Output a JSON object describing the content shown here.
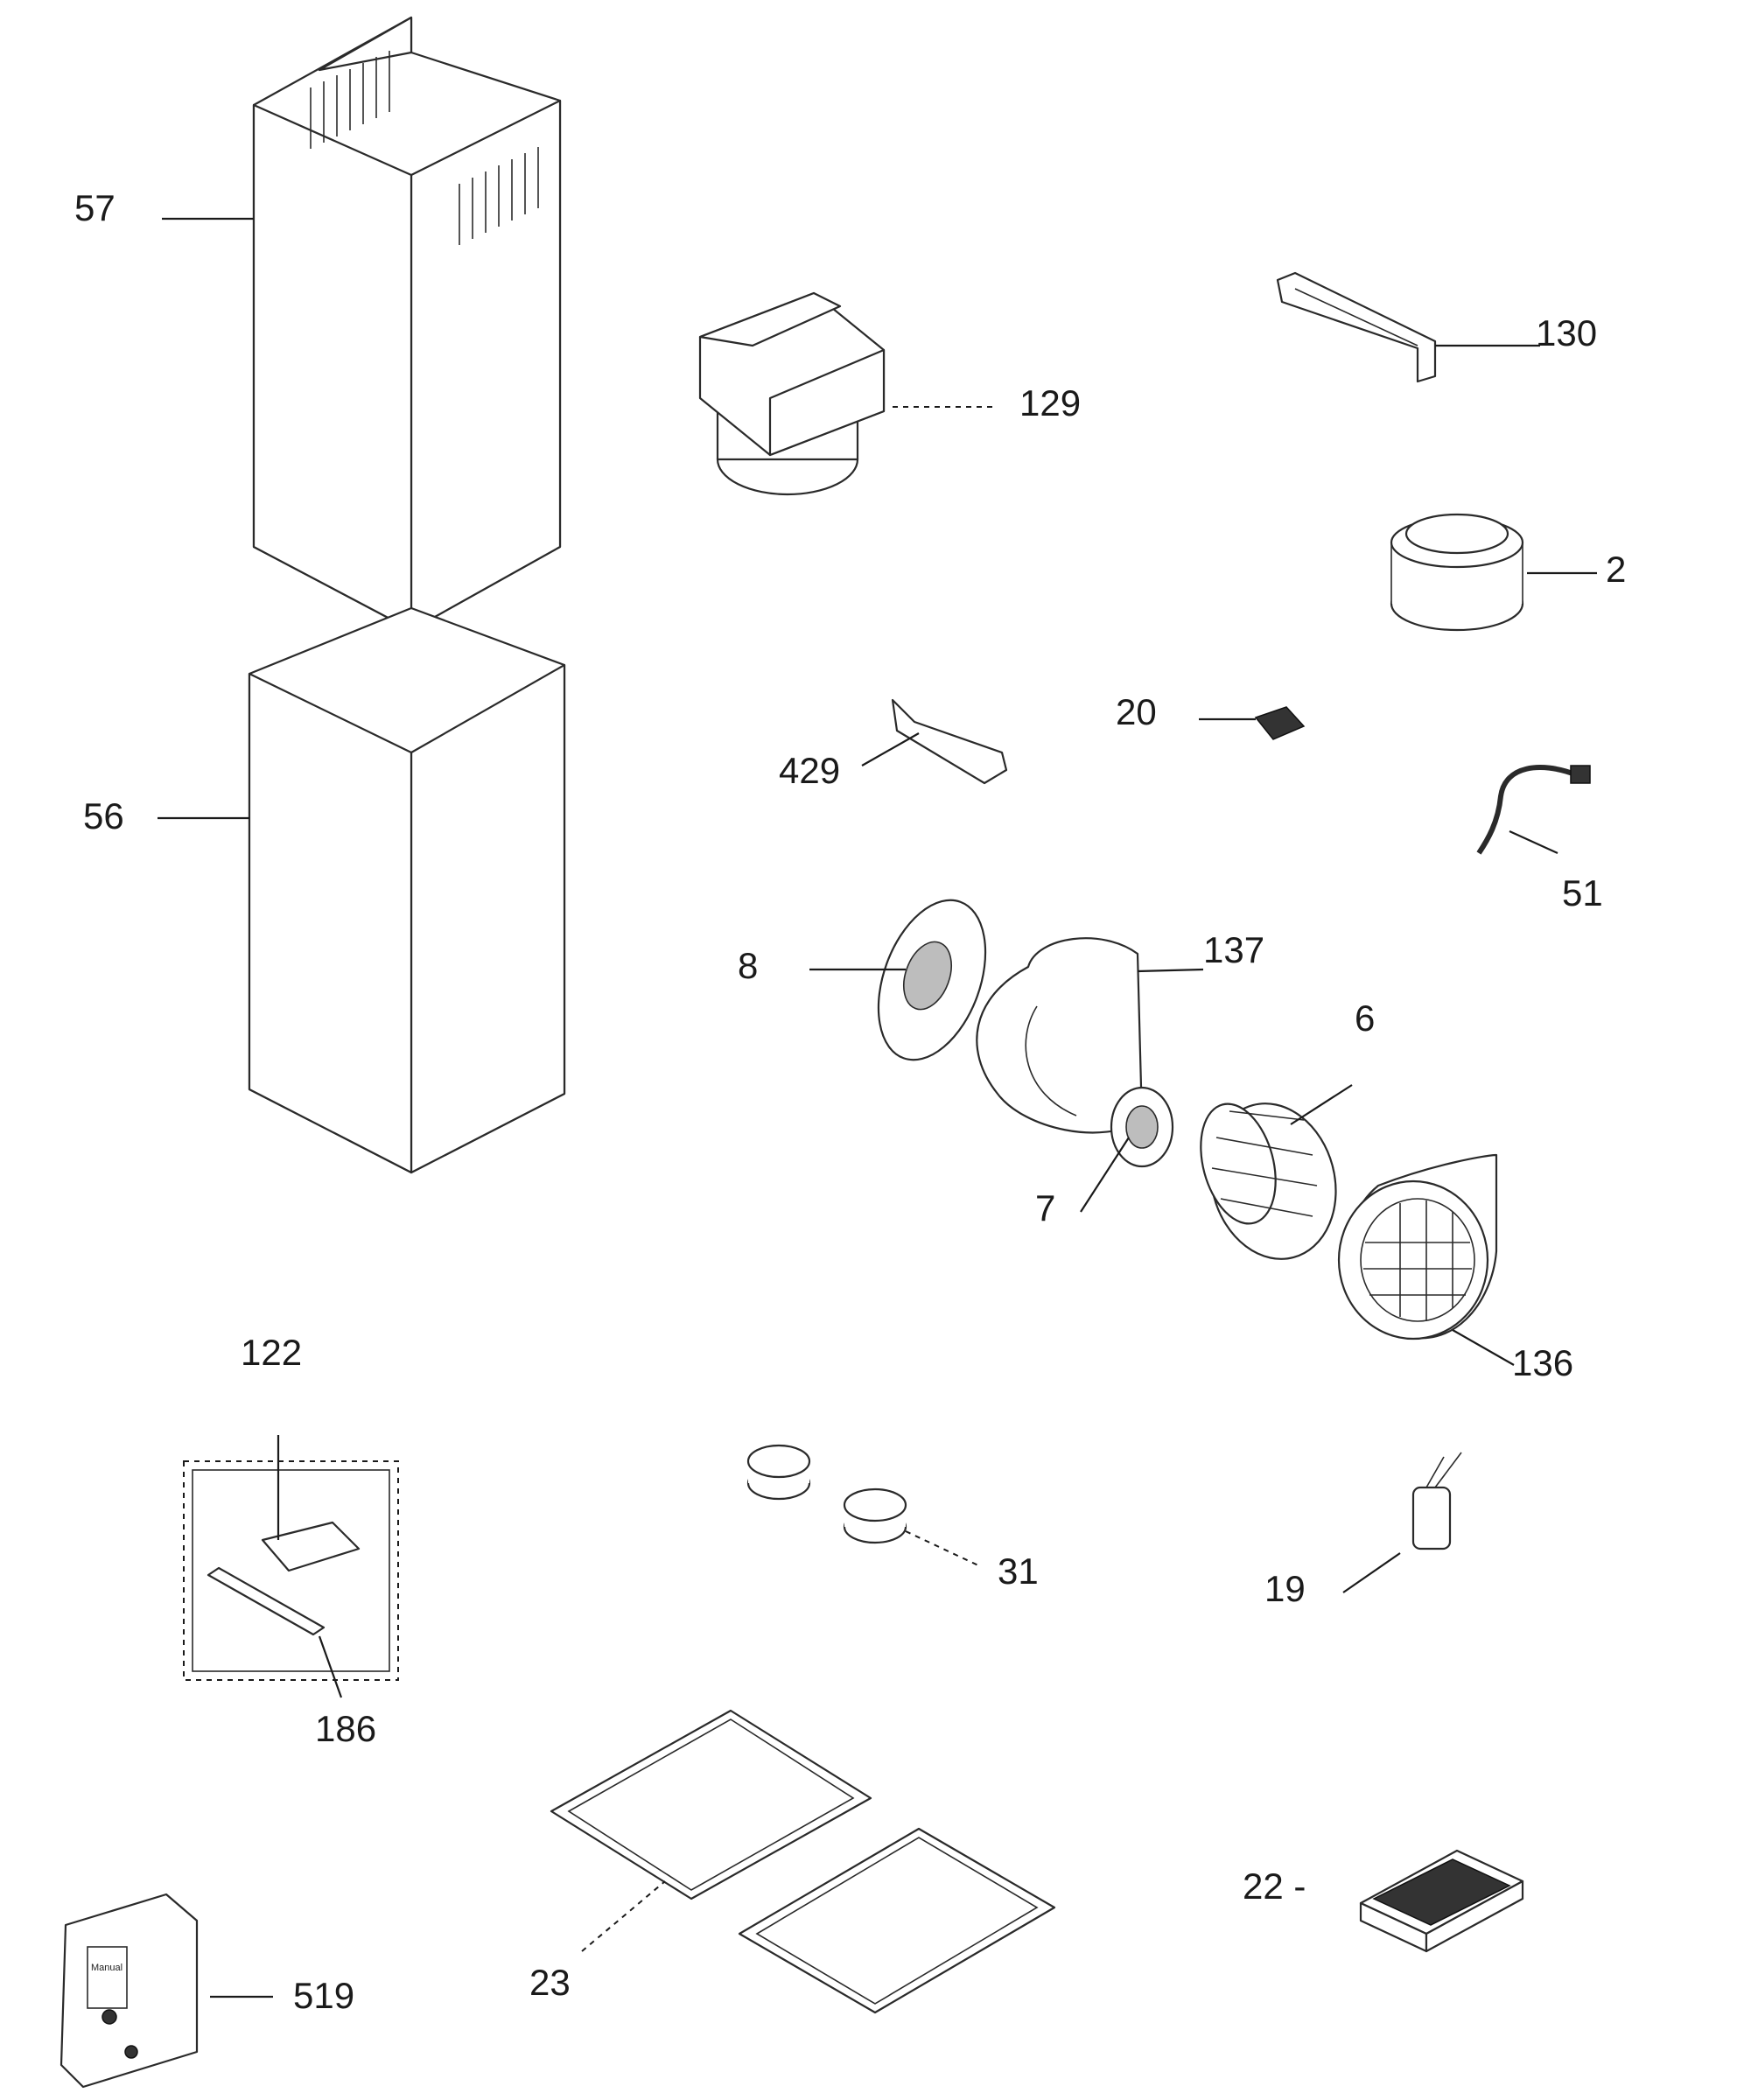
{
  "parts": [
    {
      "id": "57",
      "label": "57"
    },
    {
      "id": "56",
      "label": "56"
    },
    {
      "id": "129",
      "label": "129"
    },
    {
      "id": "130",
      "label": "130"
    },
    {
      "id": "2",
      "label": "2"
    },
    {
      "id": "20",
      "label": "20"
    },
    {
      "id": "429",
      "label": "429"
    },
    {
      "id": "51",
      "label": "51"
    },
    {
      "id": "8",
      "label": "8"
    },
    {
      "id": "137",
      "label": "137"
    },
    {
      "id": "6",
      "label": "6"
    },
    {
      "id": "7",
      "label": "7"
    },
    {
      "id": "136",
      "label": "136"
    },
    {
      "id": "122",
      "label": "122"
    },
    {
      "id": "186",
      "label": "186"
    },
    {
      "id": "31",
      "label": "31"
    },
    {
      "id": "19",
      "label": "19"
    },
    {
      "id": "22",
      "label": "22 -"
    },
    {
      "id": "23",
      "label": "23"
    },
    {
      "id": "519",
      "label": "519"
    }
  ],
  "manual_text": "Manual"
}
